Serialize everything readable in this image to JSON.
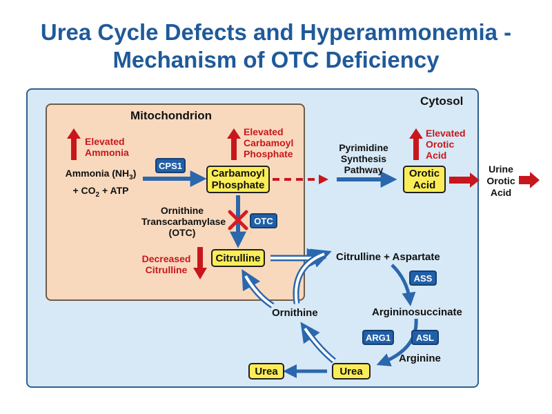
{
  "title": {
    "line1": "Urea Cycle Defects and Hyperammonemia -",
    "line2": "Mechanism of OTC Deficiency"
  },
  "compartments": {
    "cytosol": "Cytosol",
    "mitochondrion": "Mitochondrion"
  },
  "indicators": {
    "elevated_ammonia": [
      "Elevated",
      "Ammonia"
    ],
    "elevated_carbamoyl_phosphate": [
      "Elevated",
      "Carbamoyl",
      "Phosphate"
    ],
    "elevated_orotic_acid": [
      "Elevated",
      "Orotic",
      "Acid"
    ],
    "decreased_citrulline": [
      "Decreased",
      "Citrulline"
    ]
  },
  "substrates": {
    "ammonia_line1_pre": "Ammonia (NH",
    "ammonia_line1_sub": "3",
    "ammonia_line1_post": ")",
    "ammonia_line2_pre": "+ CO",
    "ammonia_line2_sub": "2",
    "ammonia_line2_post": " + ATP"
  },
  "metabolites": {
    "carbamoyl_phosphate": [
      "Carbamoyl",
      "Phosphate"
    ],
    "citrulline": "Citrulline",
    "orotic_acid": [
      "Orotic",
      "Acid"
    ],
    "urea_main": "Urea",
    "urea_excreted": "Urea"
  },
  "labels": {
    "pyrimidine_pathway": [
      "Pyrimidine",
      "Synthesis",
      "Pathway"
    ],
    "otc_name": [
      "Ornithine",
      "Transcarbamylase",
      "(OTC)"
    ],
    "citrulline_aspartate": "Citrulline + Aspartate",
    "argininosuccinate": "Argininosuccinate",
    "arginine": "Arginine",
    "ornithine": "Ornithine",
    "urine_orotic_acid": [
      "Urine",
      "Orotic",
      "Acid"
    ]
  },
  "enzymes": {
    "cps1": "CPS1",
    "otc": "OTC",
    "ass": "ASS",
    "arg1": "ARG1",
    "asl": "ASL"
  },
  "colors": {
    "title": "#1f5a9a",
    "cytosol_fill": "#d7e9f6",
    "mito_fill": "#f8d9bd",
    "metabolite_box": "#fbed57",
    "enzyme_box": "#2160a8",
    "alert_red": "#c8161d",
    "flow_arrow": "#2a67ad"
  }
}
